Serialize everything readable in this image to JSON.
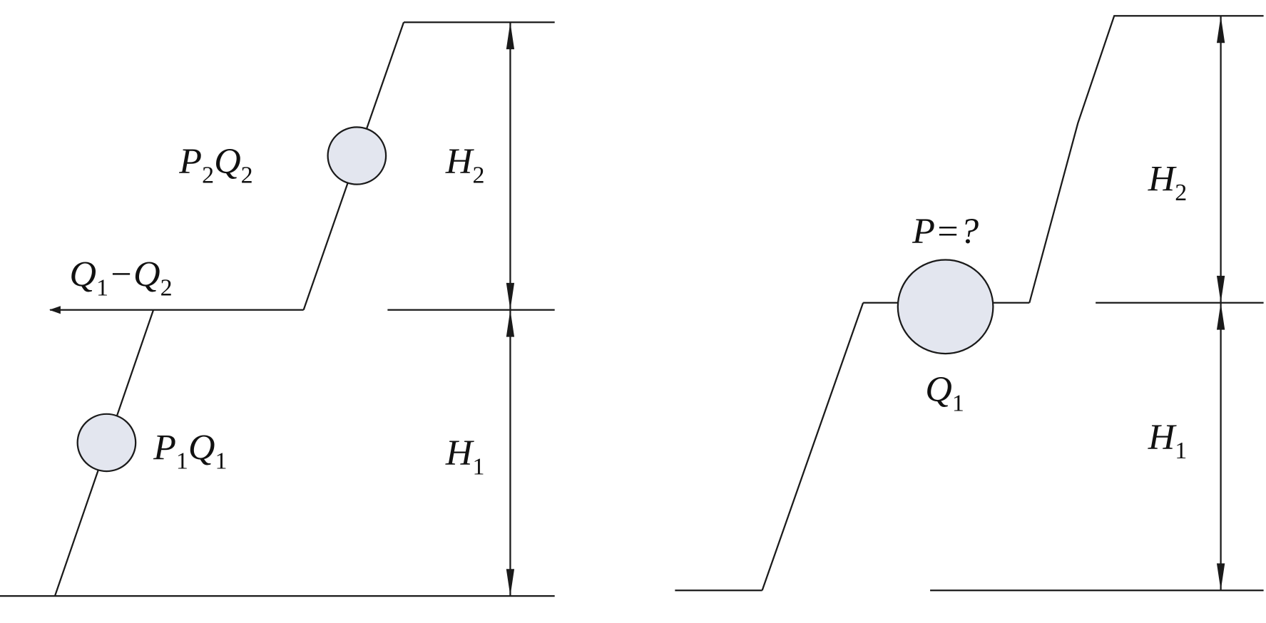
{
  "left_diagram": {
    "upper_pump_label": {
      "p": "P",
      "p_sub": "2",
      "q": "Q",
      "q_sub": "2"
    },
    "lower_pump_label": {
      "p": "P",
      "p_sub": "1",
      "q": "Q",
      "q_sub": "1"
    },
    "outflow_label": {
      "q1": "Q",
      "q1_sub": "1",
      "minus": "−",
      "q2": "Q",
      "q2_sub": "2"
    },
    "upper_height": {
      "h": "H",
      "sub": "2"
    },
    "lower_height": {
      "h": "H",
      "sub": "1"
    }
  },
  "right_diagram": {
    "pump_power_label": "P=?",
    "pump_flow_label": {
      "q": "Q",
      "sub": "1"
    },
    "upper_height": {
      "h": "H",
      "sub": "2"
    },
    "lower_height": {
      "h": "H",
      "sub": "1"
    }
  },
  "colors": {
    "pump_fill": "#e3e6ef",
    "line": "#1a1a1a"
  }
}
